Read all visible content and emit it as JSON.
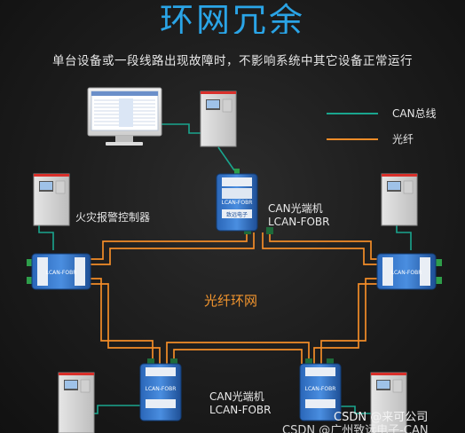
{
  "title": "环网冗余",
  "subtitle": "单台设备或一段线路出现故障时，不影响系统中其它设备正常运行",
  "legend": {
    "can": {
      "label": "CAN总线",
      "color": "#1aa58e"
    },
    "fiber": {
      "label": "光纤",
      "color": "#f28c28"
    }
  },
  "ring_label": "光纤环网",
  "converter_label_top": {
    "line1": "CAN光端机",
    "line2": "LCAN-FOBR"
  },
  "converter_label_bottom": {
    "line1": "CAN光端机",
    "line2": "LCAN-FOBR"
  },
  "controller_label": "火灾报警控制器",
  "device_text": {
    "model": "LCAN-FOBR",
    "brand": "致远电子"
  },
  "watermark": {
    "line1": "CSDN @来可公司",
    "line2": "CSDN @广州致远电子-CAN"
  }
}
